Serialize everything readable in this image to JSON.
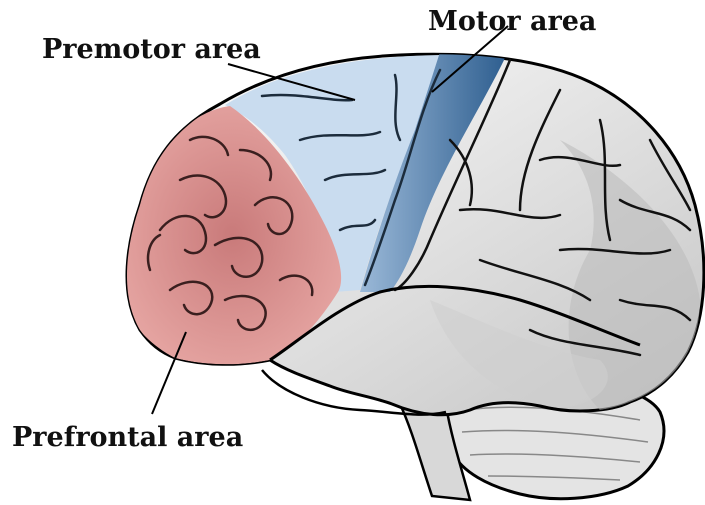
{
  "labels": {
    "premotor": "Premotor area",
    "motor": "Motor area",
    "prefrontal": "Prefrontal area"
  },
  "colors": {
    "prefrontal_region": "#d98b8b",
    "premotor_region": "#c9dcef",
    "motor_region": "#3f6f9f",
    "brain_base": "#f2f2f2",
    "shading": "#a9a9a9",
    "outline": "#000000"
  }
}
